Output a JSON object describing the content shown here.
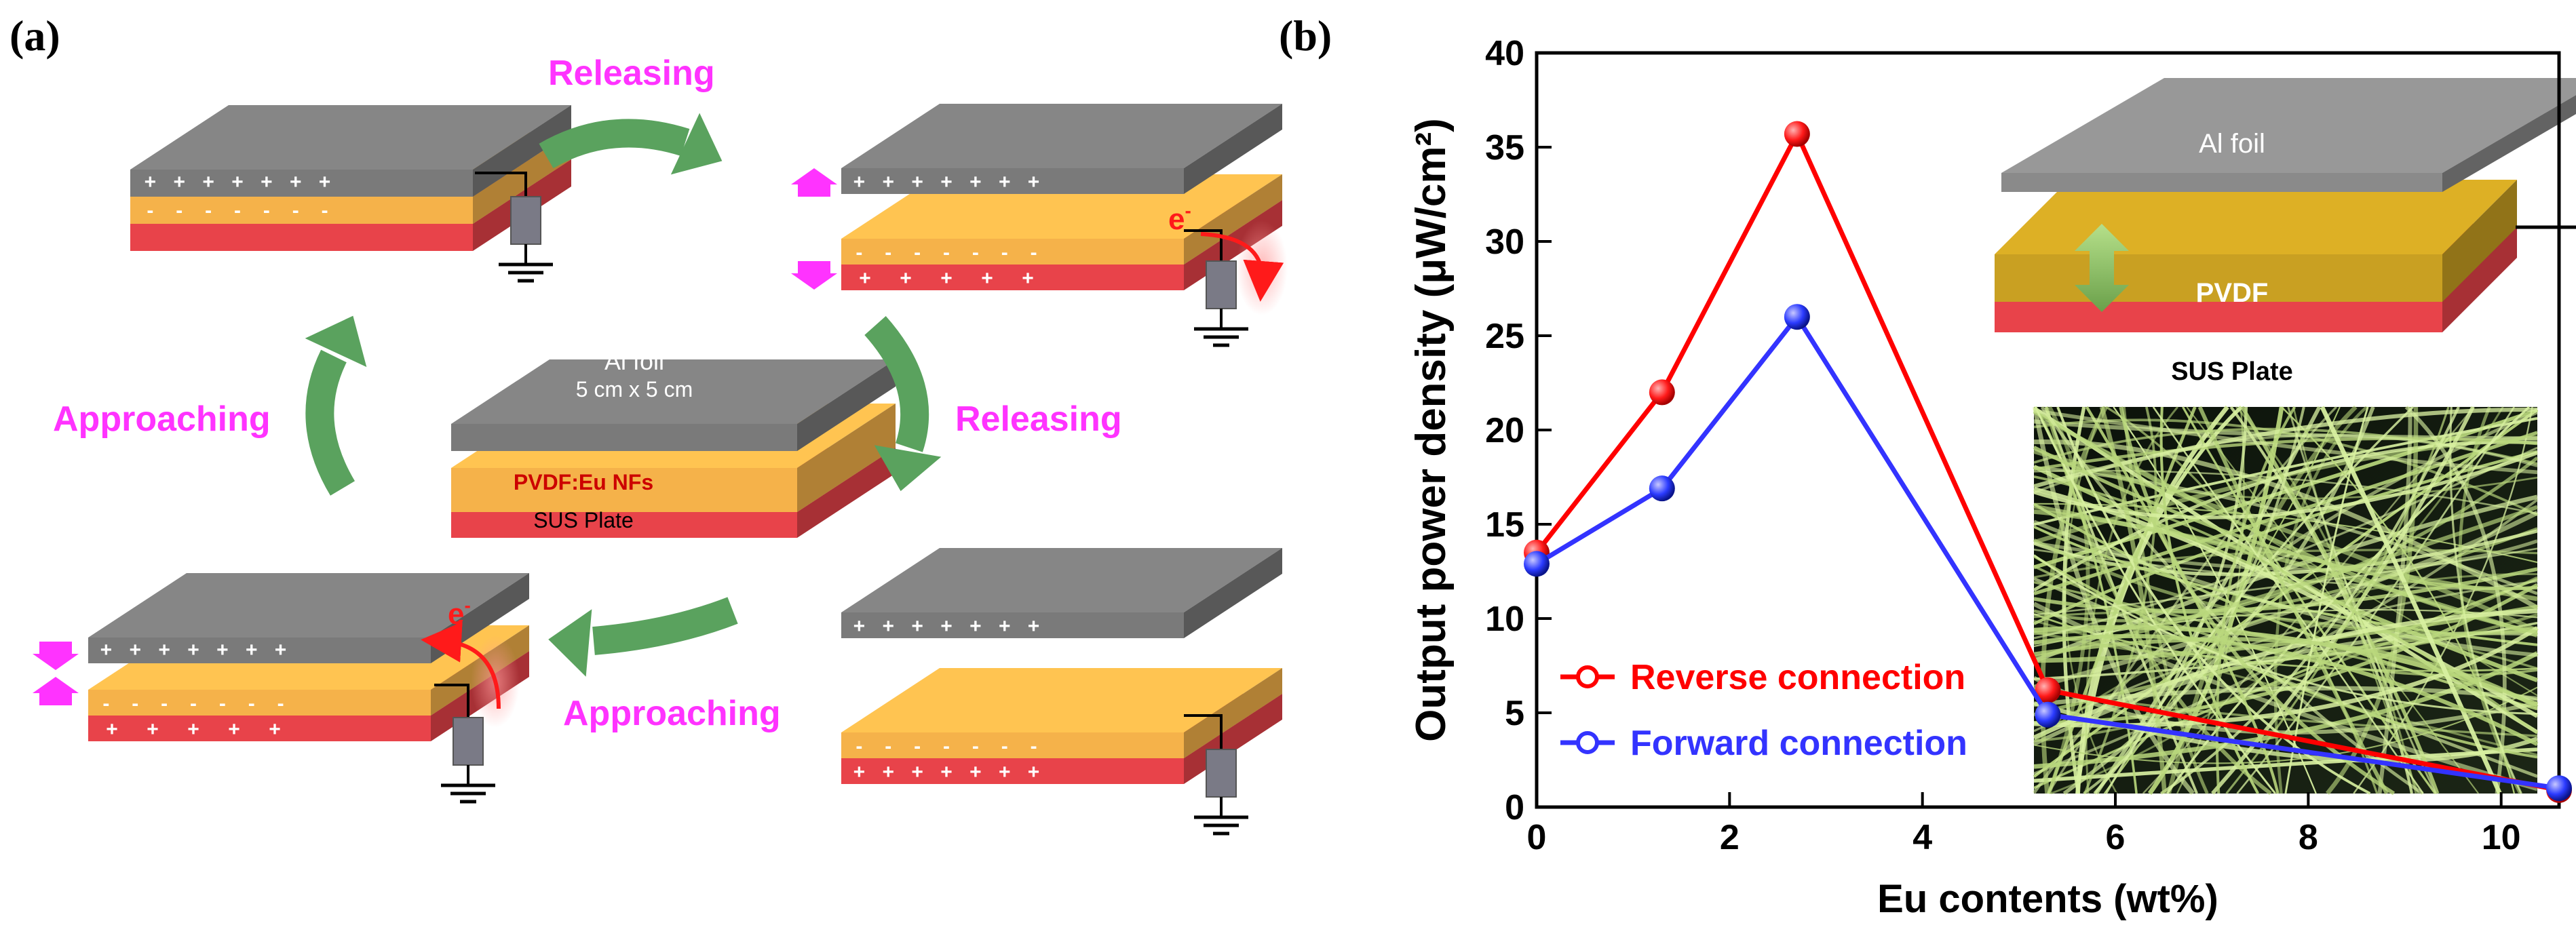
{
  "panels": {
    "a": {
      "label": "(a)"
    },
    "b": {
      "label": "(b)"
    }
  },
  "diagram": {
    "stages": [
      "Releasing",
      "Releasing",
      "Approaching",
      "Approaching"
    ],
    "center_device": {
      "top_layer": "Al foil",
      "dimension": "5 cm x 5 cm",
      "middle_layer": "PVDF:Eu NFs",
      "bottom_layer": "SUS Plate"
    },
    "electron_symbol": "e",
    "electron_sup": "-",
    "colors": {
      "al_foil": "#7a7a7a",
      "pvdf": "#f5b24a",
      "sus_plate": "#e8434a",
      "arrow": "#5aa25e",
      "stage_text": "#ff33ff",
      "electron": "#ff1a1a"
    }
  },
  "chart_data": {
    "type": "line",
    "xlabel": "Eu contents (wt%)",
    "ylabel": "Output power density (μW/cm²)",
    "xlim": [
      0,
      10.6
    ],
    "ylim": [
      0,
      40
    ],
    "xticks": [
      0,
      2,
      4,
      6,
      8,
      10
    ],
    "yticks": [
      0,
      5,
      10,
      15,
      20,
      25,
      30,
      35,
      40
    ],
    "series": [
      {
        "name": "Reverse connection",
        "color": "#ff0000",
        "x": [
          0,
          1.3,
          2.7,
          5.3,
          10.6
        ],
        "y": [
          13.5,
          22,
          35.7,
          6.2,
          0.9
        ]
      },
      {
        "name": "Forward connection",
        "color": "#3333ff",
        "x": [
          0,
          1.3,
          2.7,
          5.3,
          10.6
        ],
        "y": [
          12.9,
          16.9,
          26,
          4.9,
          1.0
        ]
      }
    ],
    "legend_position": "bottom-left",
    "inset": {
      "top_layer": "Al foil",
      "middle_layer": "PVDF",
      "bottom_layer": "SUS Plate"
    }
  }
}
